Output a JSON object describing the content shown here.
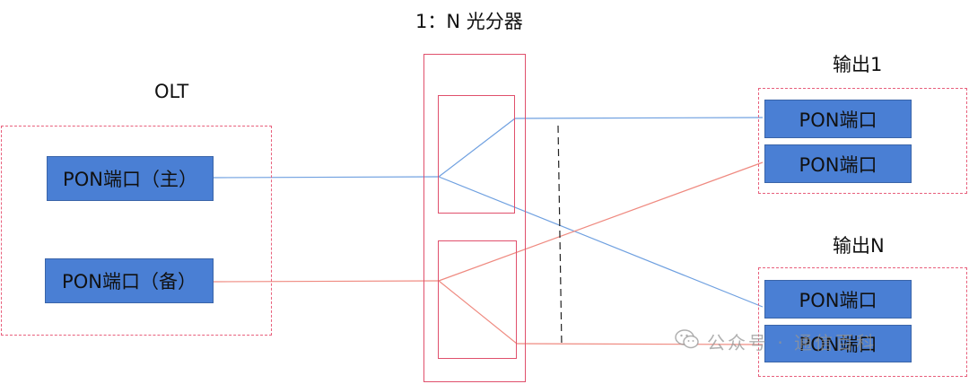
{
  "splitter": {
    "title": "1：N 光分器"
  },
  "olt": {
    "title": "OLT",
    "port_main": "PON端口（主）",
    "port_backup": "PON端口（备）"
  },
  "output1": {
    "title": "输出1",
    "port_a": "PON端口",
    "port_b": "PON端口"
  },
  "outputN": {
    "title": "输出N",
    "port_a": "PON端口",
    "port_b": "PON端口"
  },
  "watermark": {
    "text": "公众号 · 通信百科",
    "icon": "wechat-icon"
  },
  "colors": {
    "main_fiber": "#6fa0e0",
    "backup_fiber": "#ef8a80",
    "box_border": "#e0506c",
    "port_fill": "#4a7fd4"
  }
}
